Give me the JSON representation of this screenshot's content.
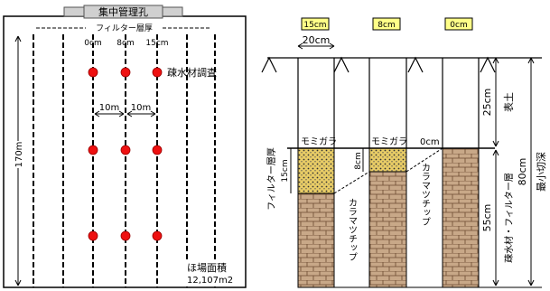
{
  "plan": {
    "header_label": "集中管理孔",
    "filter_label": "フィルター層厚",
    "col_labels": [
      "0cm",
      "8cm",
      "15cm"
    ],
    "survey_label": "疎水材調査",
    "spacing_labels": [
      "10m",
      "10m"
    ],
    "length_label": "170m",
    "area_title": "ほ場面積",
    "area_value": "12,107m2"
  },
  "profile": {
    "column_tags": [
      "15cm",
      "8cm",
      "0cm"
    ],
    "width_label": "20cm",
    "momigara_labels": [
      "モミガラ",
      "モミガラ"
    ],
    "zero_label": "0cm",
    "filter_label": "フィルター層厚",
    "filter_thickness_labels": [
      "15cm",
      "8cm"
    ],
    "chip_label": "カラマツチップ",
    "topsoil_depth": "25cm",
    "topsoil_label": "表土",
    "drain_depth": "55cm",
    "drain_label": "疎水材・フィルター層",
    "total_depth": "80cm",
    "min_depth_label": "最小切深"
  },
  "colors": {
    "tag_fill": "#ffff88",
    "survey_dot": "#ee1111",
    "chip_fill": "#c8a888",
    "momigara_fill": "#e8cc66",
    "header_fill": "#d0d0d0"
  }
}
